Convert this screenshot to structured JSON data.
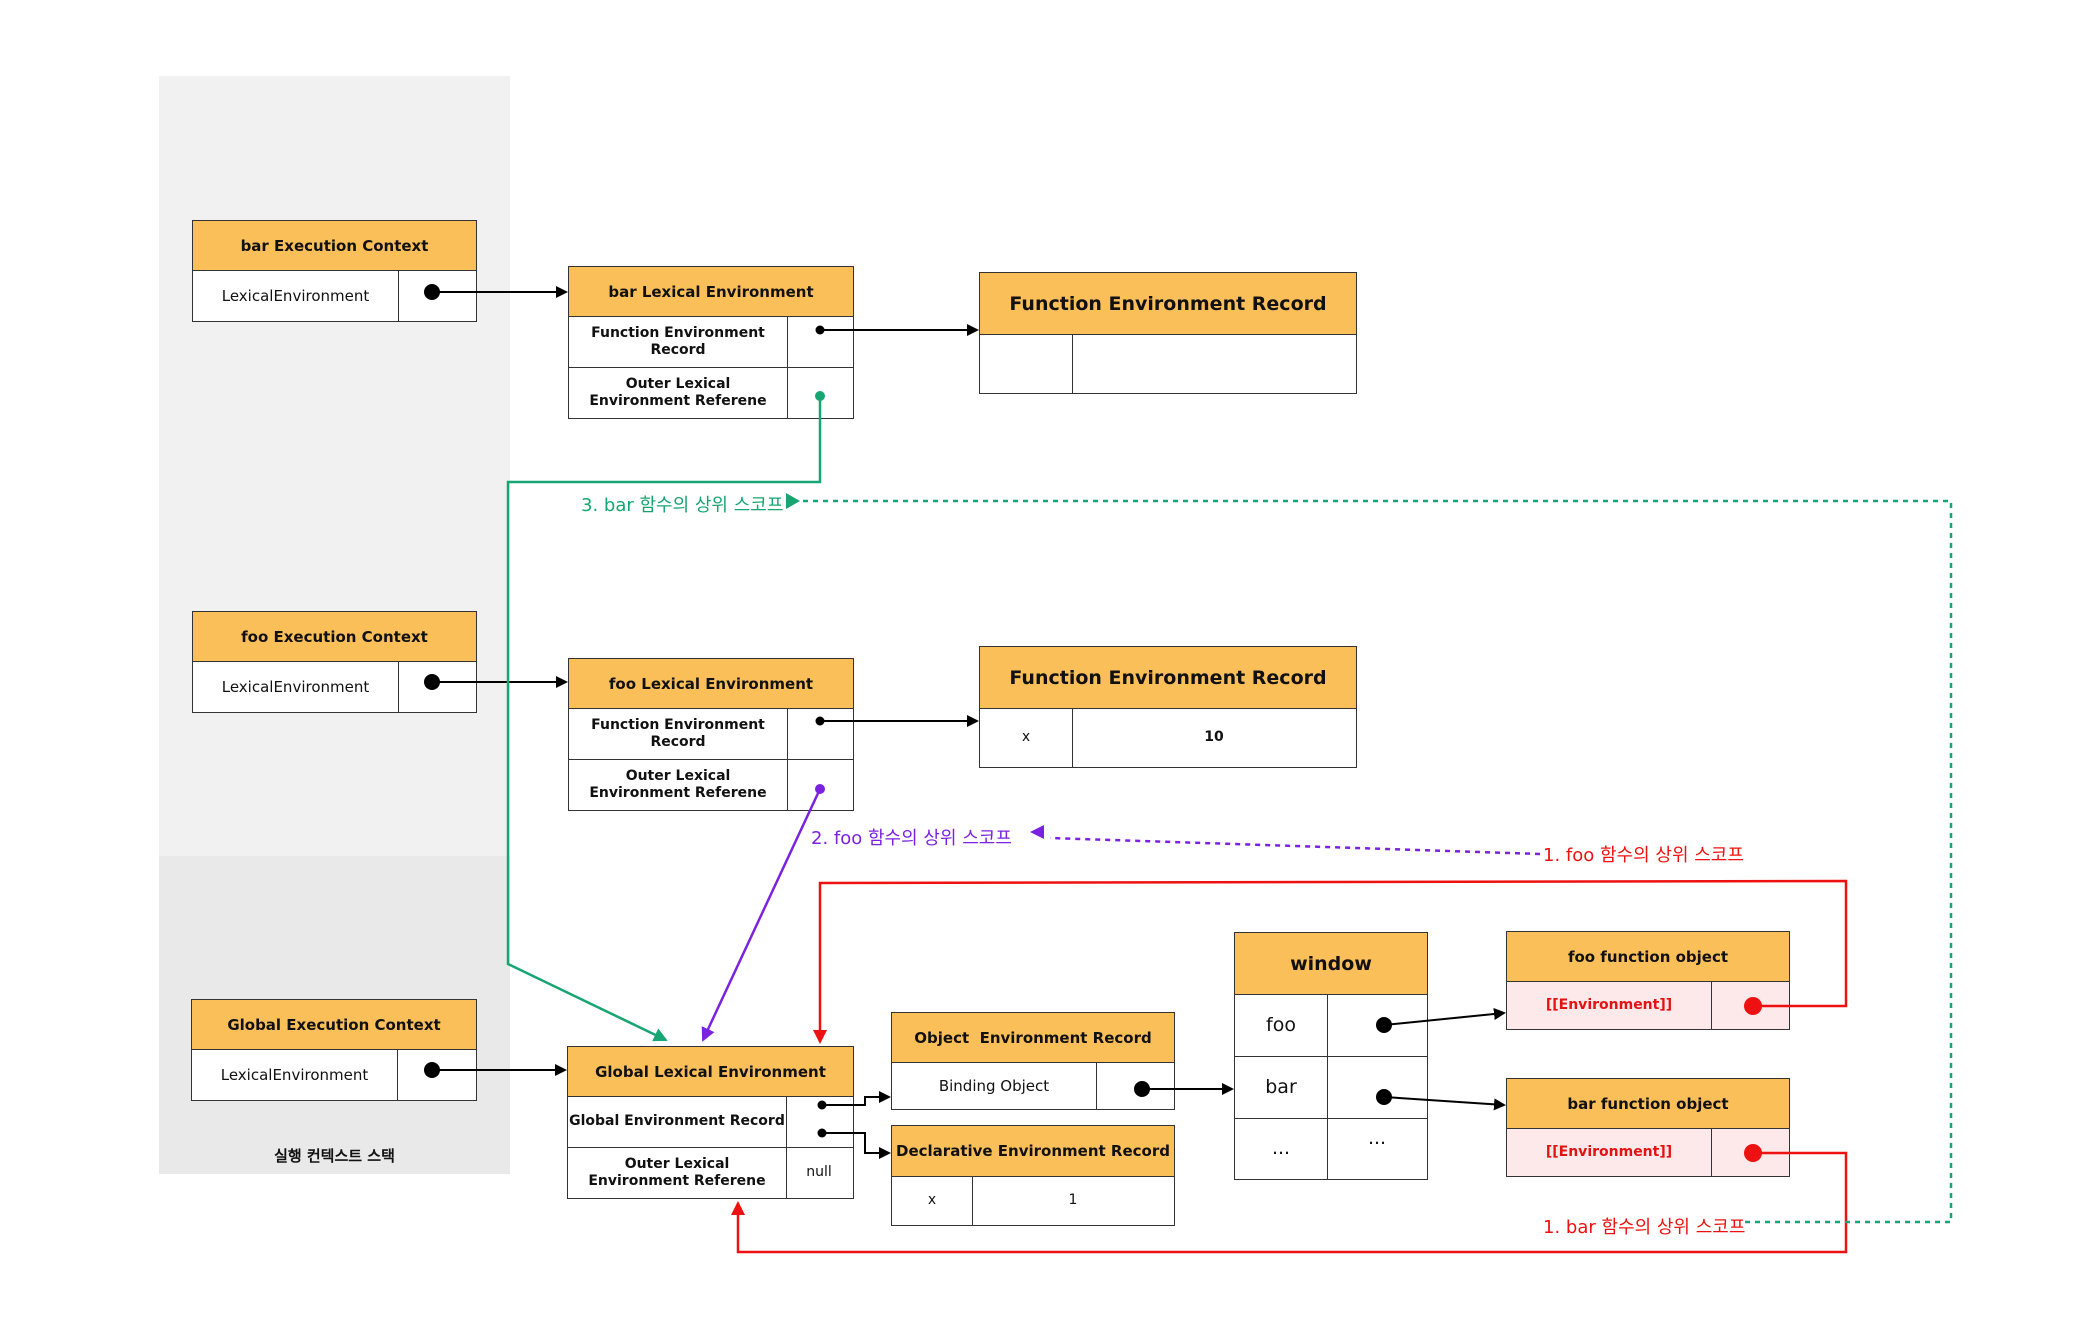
{
  "colors": {
    "header": "#fbbf5a",
    "stack_bg": "#f1f1f1",
    "green": "#17a673",
    "purple": "#7b22e0",
    "red": "#ee1111",
    "pink": "#fde9ea"
  },
  "stack": {
    "title": "실행 컨텍스트 스택",
    "bar_ec": {
      "title": "bar Execution Context",
      "field": "LexicalEnvironment"
    },
    "foo_ec": {
      "title": "foo Execution Context",
      "field": "LexicalEnvironment"
    },
    "global_ec": {
      "title": "Global Execution Context",
      "field": "LexicalEnvironment"
    }
  },
  "bar_le": {
    "title": "bar Lexical Environment",
    "row1": "Function Environment Record",
    "row2": "Outer Lexical Environment Referene"
  },
  "foo_le": {
    "title": "foo Lexical Environment",
    "row1": "Function Environment Record",
    "row2": "Outer Lexical Environment Referene"
  },
  "global_le": {
    "title": "Global Lexical Environment",
    "row1": "Global Environment Record",
    "row2": "Outer Lexical Environment Referene",
    "null": "null"
  },
  "bar_fer": {
    "title": "Function Environment Record",
    "key": "",
    "value": ""
  },
  "foo_fer": {
    "title": "Function Environment Record",
    "key": "x",
    "value": "10"
  },
  "object_er": {
    "title": "Object  Environment Record",
    "field": "Binding Object"
  },
  "declarative_er": {
    "title": "Declarative Environment Record",
    "key": "x",
    "value": "1"
  },
  "window": {
    "title": "window",
    "rows": [
      {
        "key": "foo",
        "value": ""
      },
      {
        "key": "bar",
        "value": ""
      },
      {
        "key": "...",
        "value": "..."
      }
    ]
  },
  "foo_fo": {
    "title": "foo function object",
    "field": "[[Environment]]"
  },
  "bar_fo": {
    "title": "bar function object",
    "field": "[[Environment]]"
  },
  "annotations": {
    "bar_scope": "3. bar 함수의 상위 스코프",
    "foo_scope_purple": "2. foo 함수의 상위 스코프",
    "foo_scope_red": "1. foo 함수의 상위 스코프",
    "bar_scope_red": "1. bar 함수의 상위 스코프"
  }
}
